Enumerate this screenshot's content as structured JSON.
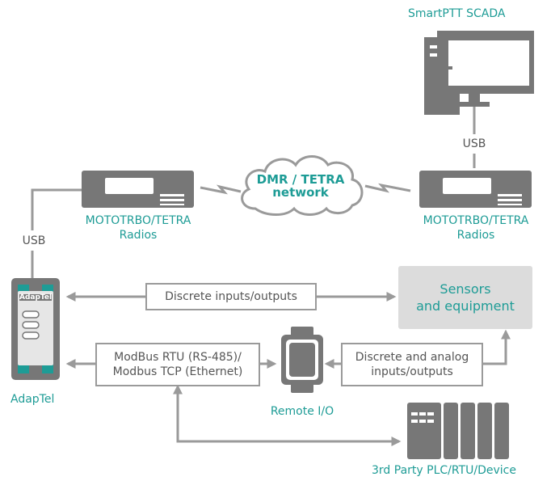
{
  "colors": {
    "teal": "#1e9c96",
    "line": "#9a9a9a",
    "device": "#777777",
    "box_bg": "#dcdcdc"
  },
  "scada": {
    "label": "SmartPTT SCADA"
  },
  "usb_top": {
    "label": "USB"
  },
  "usb_left": {
    "label": "USB"
  },
  "cloud": {
    "line1": "DMR / TETRA",
    "line2": "network"
  },
  "radio_left": {
    "line1": "MOTOTRBO/TETRA",
    "line2": "Radios"
  },
  "radio_right": {
    "line1": "MOTOTRBO/TETRA",
    "line2": "Radios"
  },
  "discrete_io": {
    "label": "Discrete inputs/outputs"
  },
  "sensors": {
    "line1": "Sensors",
    "line2": "and equipment"
  },
  "modbus": {
    "line1": "ModBus RTU (RS-485)/",
    "line2": "Modbus TCP (Ethernet)"
  },
  "analog_io": {
    "line1": "Discrete and analog",
    "line2": "inputs/outputs"
  },
  "adaptel": {
    "label": "AdapTel",
    "logo": "AdapTel"
  },
  "remote_io": {
    "label": "Remote I/O"
  },
  "plc": {
    "label": "3rd Party PLC/RTU/Device"
  }
}
